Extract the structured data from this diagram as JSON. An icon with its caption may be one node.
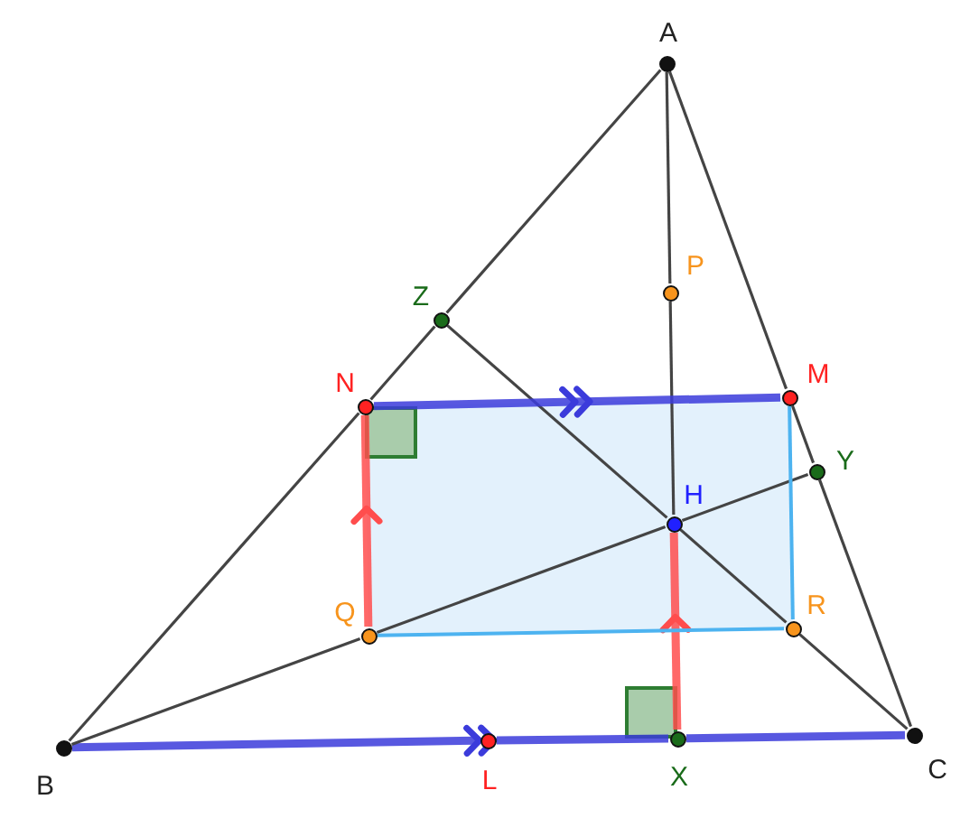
{
  "diagram": {
    "nodes": [
      {
        "text": [
          "A"
        ]
      },
      {
        "text": [
          "P"
        ]
      },
      {
        "text": [
          "Z"
        ]
      },
      {
        "text": [
          "N"
        ]
      },
      {
        "text": [
          "M"
        ]
      },
      {
        "text": [
          "Y"
        ]
      },
      {
        "text": [
          "H"
        ]
      },
      {
        "text": [
          "Q"
        ]
      },
      {
        "text": [
          "R"
        ]
      },
      {
        "text": [
          "B"
        ]
      },
      {
        "text": [
          "L"
        ]
      },
      {
        "text": [
          "X"
        ]
      },
      {
        "text": [
          "C"
        ]
      }
    ],
    "edges": [
      {
        "from": 0,
        "to": 2,
        "arrow": "none"
      },
      {
        "from": 2,
        "to": 3,
        "arrow": "none"
      },
      {
        "from": 3,
        "to": 9,
        "arrow": "none"
      },
      {
        "from": 0,
        "to": 4,
        "arrow": "none"
      },
      {
        "from": 4,
        "to": 5,
        "arrow": "none"
      },
      {
        "from": 5,
        "to": 12,
        "arrow": "none"
      },
      {
        "from": 9,
        "to": 10,
        "arrow": "to",
        "style": "thick",
        "color": "#3b3bdb"
      },
      {
        "from": 10,
        "to": 11,
        "arrow": "none",
        "style": "thick",
        "color": "#3b3bdb"
      },
      {
        "from": 11,
        "to": 12,
        "arrow": "none",
        "style": "thick",
        "color": "#3b3bdb"
      },
      {
        "from": 0,
        "to": 1,
        "arrow": "none"
      },
      {
        "from": 1,
        "to": 6,
        "arrow": "none"
      },
      {
        "from": 11,
        "to": 6,
        "arrow": "to",
        "style": "thick",
        "color": "#ff4d4d"
      },
      {
        "from": 9,
        "to": 7,
        "arrow": "none"
      },
      {
        "from": 7,
        "to": 6,
        "arrow": "none"
      },
      {
        "from": 6,
        "to": 5,
        "arrow": "none"
      },
      {
        "from": 12,
        "to": 8,
        "arrow": "none"
      },
      {
        "from": 8,
        "to": 6,
        "arrow": "none"
      },
      {
        "from": 6,
        "to": 2,
        "arrow": "none"
      },
      {
        "from": 3,
        "to": 4,
        "arrow": "to",
        "style": "thick",
        "color": "#3b3bdb"
      },
      {
        "from": 7,
        "to": 3,
        "arrow": "to",
        "style": "thick",
        "color": "#ff4d4d"
      },
      {
        "from": 7,
        "to": 8,
        "arrow": "none",
        "color": "#4db3f0"
      },
      {
        "from": 8,
        "to": 4,
        "arrow": "none",
        "color": "#4db3f0"
      }
    ]
  }
}
